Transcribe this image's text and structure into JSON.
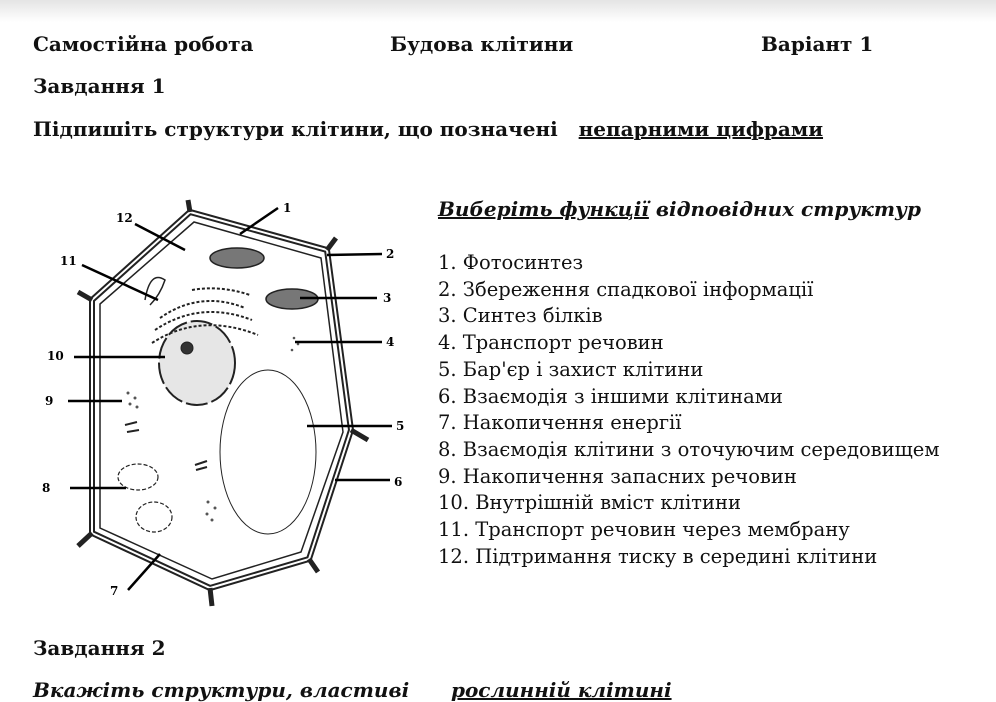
{
  "header": {
    "left": "Самостійна робота",
    "center": "Будова клітини",
    "right": "Варіант 1"
  },
  "task1": {
    "title": "Завдання 1",
    "instruction": "Підпишіть структури клітини, що позначені",
    "instruction_emph": "непарними цифрами"
  },
  "functions": {
    "title_a": "Виберіть  функції",
    "title_b": " відповідних структур",
    "items": [
      "1. Фотосинтез",
      "2. Збереження спадкової  інформації",
      "3. Синтез білків",
      "4. Транспорт речовин",
      "5. Бар'єр і захист клітини",
      "6. Взаємодія з іншими клітинами",
      "7. Накопичення  енергії",
      "8. Взаємодія клітини з оточуючим середовищем",
      "9. Накопичення  запасних речовин",
      "10. Внутрішній вміст клітини",
      "11. Транспорт речовин через мембрану",
      "12. Підтримання тиску в середині клітини"
    ]
  },
  "diagram": {
    "labels": [
      "1",
      "2",
      "3",
      "4",
      "5",
      "6",
      "7",
      "8",
      "9",
      "10",
      "11",
      "12"
    ]
  },
  "task2": {
    "title": "Завдання 2",
    "instruction": "Вкажіть структури, властиві",
    "instruction_emph": "рослинній клітині"
  }
}
